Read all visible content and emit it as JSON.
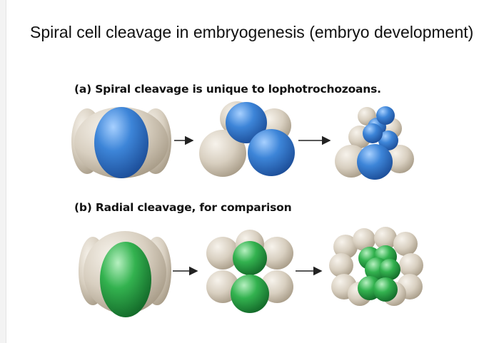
{
  "slide": {
    "title": "Spiral cell cleavage in embryogenesis (embryo development)"
  },
  "panels": [
    {
      "label": "(a) Spiral cleavage is unique to lophotrochozoans.",
      "accent": "#3a7fd0"
    },
    {
      "label": "(b) Radial cleavage, for comparison",
      "accent": "#2ea84a"
    }
  ],
  "colors": {
    "cell": "#cfc6b6",
    "blue": "#3a7fd0",
    "green": "#2ea84a",
    "arrow": "#222222"
  }
}
